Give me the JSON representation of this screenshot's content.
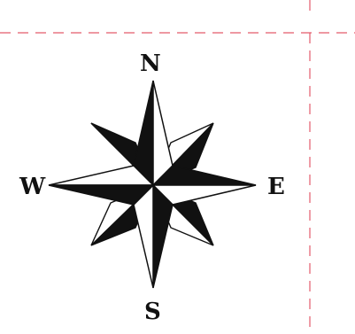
{
  "compass": {
    "labels": {
      "north": "N",
      "east": "E",
      "south": "S",
      "west": "W"
    }
  },
  "colors": {
    "guide_line": "#e35b6b",
    "ink": "#111111",
    "paper": "#ffffff"
  },
  "icons": {
    "main": "compass-rose-icon"
  }
}
